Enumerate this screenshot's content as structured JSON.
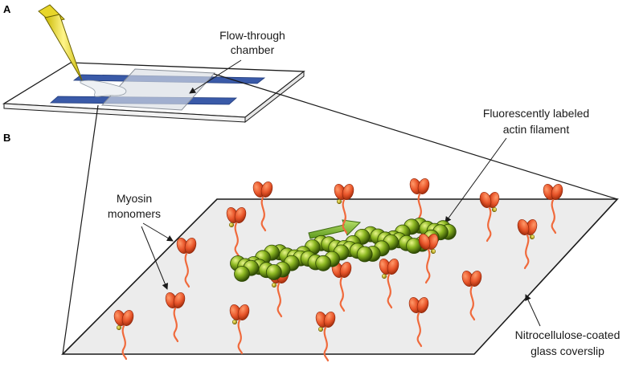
{
  "panels": {
    "a": "A",
    "b": "B"
  },
  "labels": {
    "chamber_line1": "Flow-through",
    "chamber_line2": "chamber",
    "actin_line1": "Fluorescently labeled",
    "actin_line2": "actin filament",
    "myosin_line1": "Myosin",
    "myosin_line2": "monomers",
    "coverslip_line1": "Nitrocellulose-coated",
    "coverslip_line2": "glass coverslip"
  },
  "colors": {
    "myosin": "#e8552a",
    "myosin_tail": "#f06a3c",
    "actin": "#7fa81e",
    "actin_dark": "#3d5a08",
    "arrow": "#8cc63f",
    "tape": "#3a5aa8",
    "pipette": "#f5e642",
    "surface": "#ececec"
  }
}
